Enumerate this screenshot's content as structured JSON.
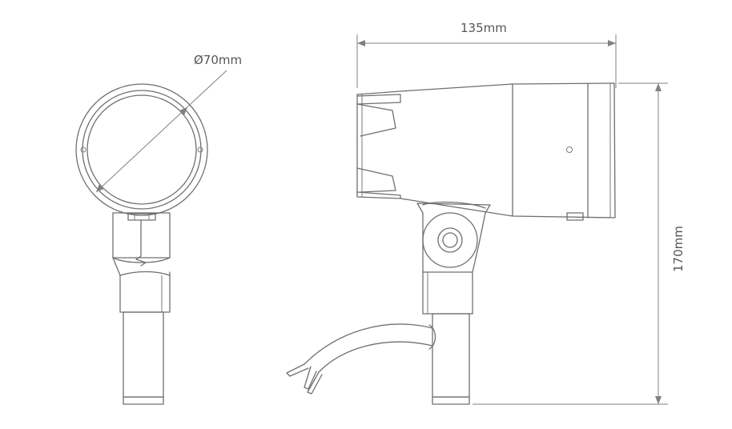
{
  "dimensions": {
    "diameter": "Ø70mm",
    "length": "135mm",
    "height": "170mm"
  },
  "colors": {
    "line": "#6f6f6f",
    "dimension_line": "#808080",
    "label": "#555555",
    "background": "#ffffff"
  }
}
